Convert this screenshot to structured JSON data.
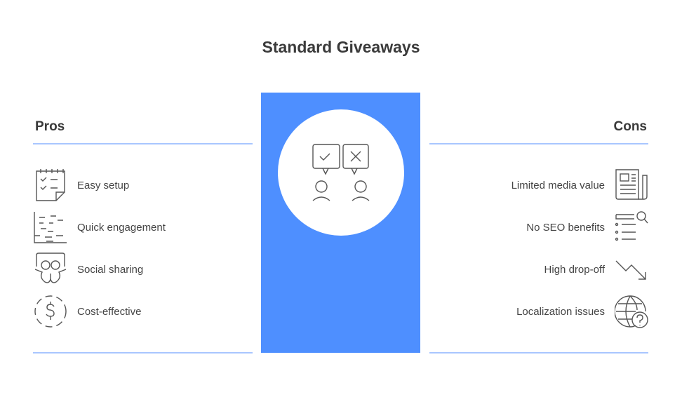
{
  "title": "Standard Giveaways",
  "colors": {
    "accent": "#4e8fff",
    "divider": "#a9c6ff"
  },
  "pros": {
    "heading": "Pros",
    "items": [
      {
        "label": "Easy setup",
        "icon": "checklist-calendar-icon"
      },
      {
        "label": "Quick engagement",
        "icon": "dashed-chart-icon"
      },
      {
        "label": "Social sharing",
        "icon": "glasses-face-icon"
      },
      {
        "label": "Cost-effective",
        "icon": "dollar-circle-icon"
      }
    ]
  },
  "cons": {
    "heading": "Cons",
    "items": [
      {
        "label": "Limited media value",
        "icon": "newspaper-icon"
      },
      {
        "label": "No SEO benefits",
        "icon": "search-list-icon"
      },
      {
        "label": "High drop-off",
        "icon": "trend-down-icon"
      },
      {
        "label": "Localization issues",
        "icon": "globe-question-icon"
      }
    ]
  }
}
